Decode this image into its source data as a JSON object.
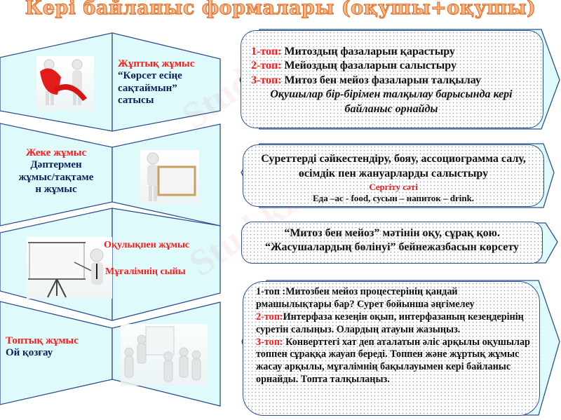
{
  "title": "Кері байланыс формалары (оқушы+оқушы)",
  "colors": {
    "panel_fill": "#dffafb",
    "panel_stroke": "#2f4f8f",
    "accent_red": "#ff1a1a",
    "text_navy": "#0b1f5c",
    "title_orange": "#e0661e"
  },
  "watermark": "Stud.kz",
  "rows": [
    {
      "image": "two-figures-red-ribbon-image",
      "label_red": "Жұптық  жұмыс",
      "label_lines": [
        "“Көрсет есіңе",
        "сақтаймын”",
        "сатысы"
      ],
      "box": {
        "lines": [
          {
            "prefix": "1-топ:",
            "text": " Митоздың фазаларын қарастыру"
          },
          {
            "prefix": "2-топ:",
            "text": " Мейоздың фазаларын салыстыру"
          },
          {
            "prefix": "3-топ:",
            "text": "  Митоз бен мейоз фазаларын талқылау"
          }
        ],
        "italic": "Оқушылар бір-бірімен талқылау барысында кері байланыс орнайды"
      }
    },
    {
      "image": "figure-holding-board-image",
      "label_red": "Жеке жұмыс",
      "label_lines": [
        "Дәптермен",
        "жұмыс/тақтаме",
        "н жұмыс"
      ],
      "box": {
        "text": "Суреттерді сәйкестендіру, бояу, ассоциограмма салу, өсімдік пен жануарларды салыстыру",
        "red": "Сергіту сәті",
        "small": "Еда –ас - food, сусын – напиток – drink."
      }
    },
    {
      "image": "teacher-presentation-screen-image",
      "label_red_1": "Оқулықпен жұмыс",
      "label_red_2": "Мұғалімнің сыйы",
      "box": {
        "line1": "“Митоз бен мейоз”  мәтінін оқу, сұрақ қою.",
        "line2": "“Жасушалардың бөлінуі” бейнежазбасын көрсету"
      }
    },
    {
      "image": "group-figures-whiteboard-image",
      "label_red": "Топтық жұмыс",
      "label_lines": [
        "Ой қозғау"
      ],
      "box": {
        "p1_prefix": "1-топ :",
        "p1_text": "Митозбен мейоз процестерінің қандай рмашылықтары бар? Сурет бойынша әңгімелеу",
        "p2_prefix": "2-топ:",
        "p2_text": "Интерфаза кезеңін оқып, интерфазаның кезеңдерінің суретін салыңыз. Олардың атауын жазыңыз.",
        "p3_prefix": "3-топ:",
        "p3_text": " Конверттегі хат деп аталатын әліс арқылы оқушылар топпен сұраққа жауап береді. Топпен және жұртық жұмыс жасау арқылы, мұғалімнің бақылауымен кері байланыс орнайды. Топта талқылаңыз."
      }
    }
  ]
}
